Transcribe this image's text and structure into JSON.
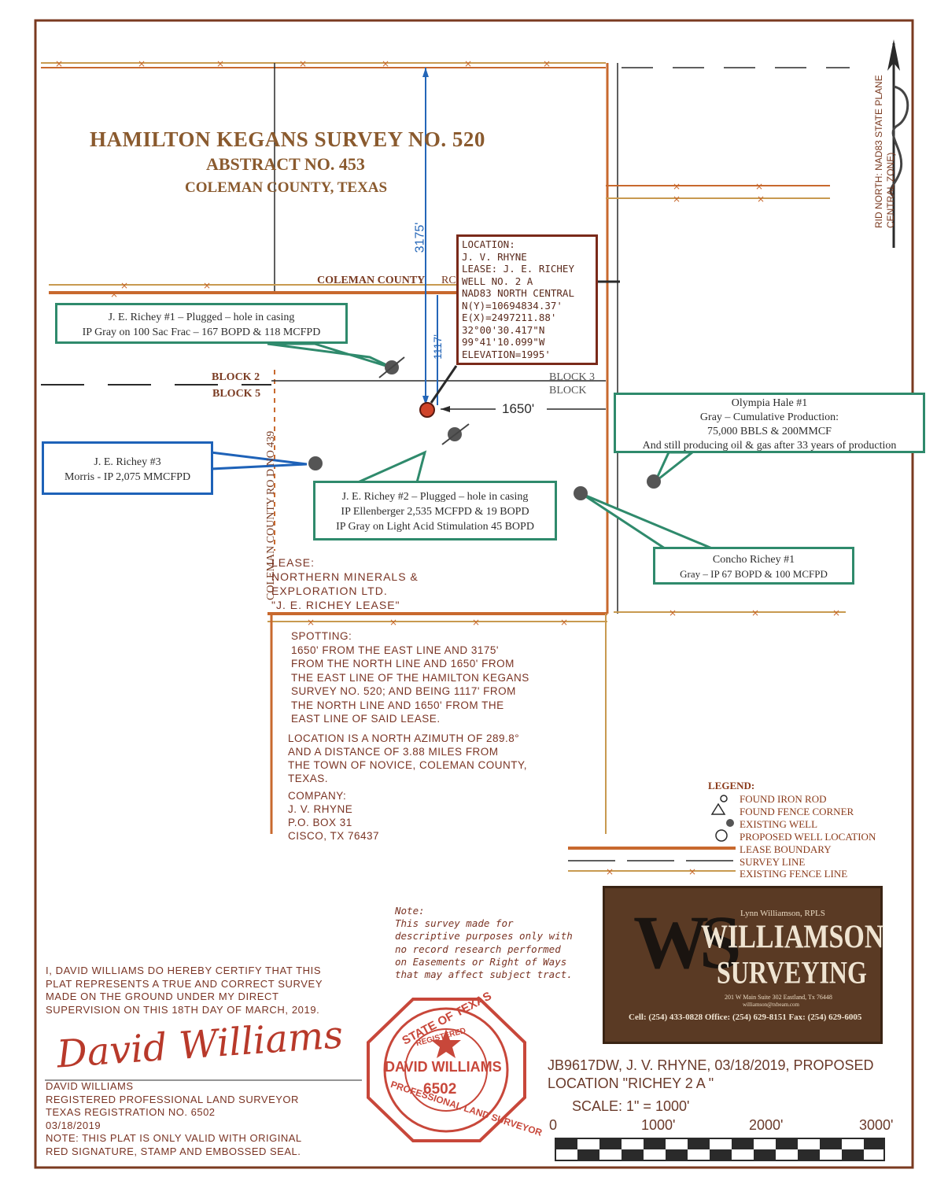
{
  "title": {
    "survey": "HAMILTON KEGANS SURVEY NO. 520",
    "abstract": "ABSTRACT NO. 453",
    "county": "COLEMAN COUNTY, TEXAS"
  },
  "north_arrow": {
    "label": "RID NORTH: NAD83 STATE PLANE",
    "sub": "CENTRAL ZONE)"
  },
  "road_labels": {
    "coleman_county_rd_top": "COLEMAN COUNTY",
    "rd_top_suffix": "RC",
    "coleman_county_rd_side": "COLEMAN COUNTY RO D NO 439"
  },
  "block_labels": {
    "block2": "BLOCK 2",
    "block5": "BLOCK 5",
    "block3": "BLOCK 3",
    "block_other": "BLOCK"
  },
  "dimensions": {
    "d3175": "3175'",
    "d1117": "1117'",
    "d1650": "1650'"
  },
  "location_box": {
    "lines": [
      "LOCATION:",
      "J. V. RHYNE",
      "LEASE: J. E. RICHEY",
      "WELL NO. 2 A",
      "NAD83 NORTH CENTRAL",
      "N(Y)=10694834.37'",
      "E(X)=2497211.88'",
      "32°00'30.417\"N",
      "99°41'10.099\"W",
      "ELEVATION=1995'"
    ]
  },
  "wells": {
    "richey1": {
      "name": "J. E. Richey #1 – Plugged – hole in casing",
      "detail": "IP Gray on 100 Sac Frac – 167 BOPD & 118 MCFPD"
    },
    "richey3": {
      "name": "J. E. Richey #3",
      "detail": "Morris - IP 2,075 MMCFPD"
    },
    "richey2": {
      "name": "J. E. Richey #2 – Plugged – hole in casing",
      "detail1": "IP Ellenberger 2,535 MCFPD & 19 BOPD",
      "detail2": "IP Gray on Light Acid Stimulation 45 BOPD"
    },
    "olympia": {
      "name": "Olympia Hale #1",
      "detail1": "Gray – Cumulative Production:",
      "detail2": "75,000 BBLS & 200MMCF",
      "detail3": "And still producing oil & gas after 33 years of production"
    },
    "concho": {
      "name": "Concho Richey #1",
      "detail": "Gray – IP 67 BOPD & 100 MCFPD"
    }
  },
  "lease": {
    "lines": [
      "LEASE:",
      "NORTHERN MINERALS &",
      "EXPLORATION LTD.",
      "\"J. E. RICHEY LEASE\""
    ]
  },
  "spotting": {
    "lines": [
      "SPOTTING:",
      "1650' FROM THE EAST LINE AND 3175'",
      "FROM THE NORTH LINE AND 1650' FROM",
      "THE EAST LINE OF THE HAMILTON KEGANS",
      "SURVEY NO. 520; AND BEING 1117' FROM",
      "THE NORTH LINE AND 1650' FROM THE",
      "EAST LINE OF SAID LEASE."
    ],
    "location_lines": [
      "LOCATION IS A NORTH AZIMUTH OF 289.8°",
      "AND A DISTANCE OF 3.88 MILES FROM",
      "THE TOWN OF NOVICE, COLEMAN COUNTY,",
      "TEXAS."
    ],
    "company_lines": [
      "COMPANY:",
      "J. V. RHYNE",
      "P.O. BOX 31",
      "CISCO, TX 76437"
    ]
  },
  "legend": {
    "title": "LEGEND:",
    "items": [
      {
        "symbol": "found-iron-rod",
        "label": "FOUND IRON ROD"
      },
      {
        "symbol": "found-fence-corner",
        "label": "FOUND FENCE CORNER"
      },
      {
        "symbol": "existing-well",
        "label": "EXISTING WELL"
      },
      {
        "symbol": "proposed-well",
        "label": "PROPOSED WELL LOCATION"
      },
      {
        "symbol": "lease-boundary",
        "label": "LEASE BOUNDARY"
      },
      {
        "symbol": "survey-line",
        "label": "SURVEY LINE"
      },
      {
        "symbol": "fence-line",
        "label": "EXISTING FENCE LINE"
      }
    ]
  },
  "note": {
    "lines": [
      "Note:",
      "This survey made for",
      "descriptive purposes only with",
      "no record research performed",
      "on Easements or Right of Ways",
      "that may affect subject tract."
    ]
  },
  "certification": {
    "lines": [
      "I, DAVID WILLIAMS DO HEREBY CERTIFY THAT THIS",
      "PLAT REPRESENTS A TRUE AND CORRECT SURVEY",
      "MADE ON THE GROUND UNDER MY DIRECT",
      "SUPERVISION ON THIS 18TH DAY OF MARCH, 2019."
    ],
    "signature": "David Williams",
    "surveyor_lines": [
      "DAVID WILLIAMS",
      "REGISTERED PROFESSIONAL LAND SURVEYOR",
      "TEXAS REGISTRATION NO. 6502",
      "03/18/2019",
      "NOTE: THIS PLAT IS ONLY VALID WITH ORIGINAL",
      "RED SIGNATURE, STAMP AND EMBOSSED SEAL."
    ]
  },
  "seal": {
    "top": "STATE OF TEXAS",
    "registered": "REGISTERED",
    "name": "DAVID WILLIAMS",
    "number": "6502",
    "bottom": "PROFESSIONAL LAND SURVEYOR"
  },
  "logo": {
    "initials": "WS",
    "owner": "Lynn Williamson, RPLS",
    "name1": "WILLIAMSON",
    "name2": "SURVEYING",
    "address": "201 W Main Suite 302 Eastland, Tx 76448",
    "email": "williamson@txbeam.com",
    "phones": "Cell: (254) 433-0828 Office: (254) 629-8151 Fax: (254) 629-6005"
  },
  "job": {
    "line1": "JB9617DW, J. V. RHYNE, 03/18/2019, PROPOSED",
    "line2": "LOCATION \"RICHEY 2 A \""
  },
  "scale": {
    "label": "SCALE: 1\" = 1000'",
    "ticks": [
      "0",
      "1000'",
      "2000'",
      "3000'"
    ]
  },
  "colors": {
    "border": "#7a3a20",
    "lease": "#c8692e",
    "survey": "#2a2a2a",
    "fence": "#c89a50",
    "callout_green": "#2f8a6c",
    "callout_blue": "#1e62b8",
    "proposed_well": "#d0442a",
    "existing_well": "#555555"
  }
}
